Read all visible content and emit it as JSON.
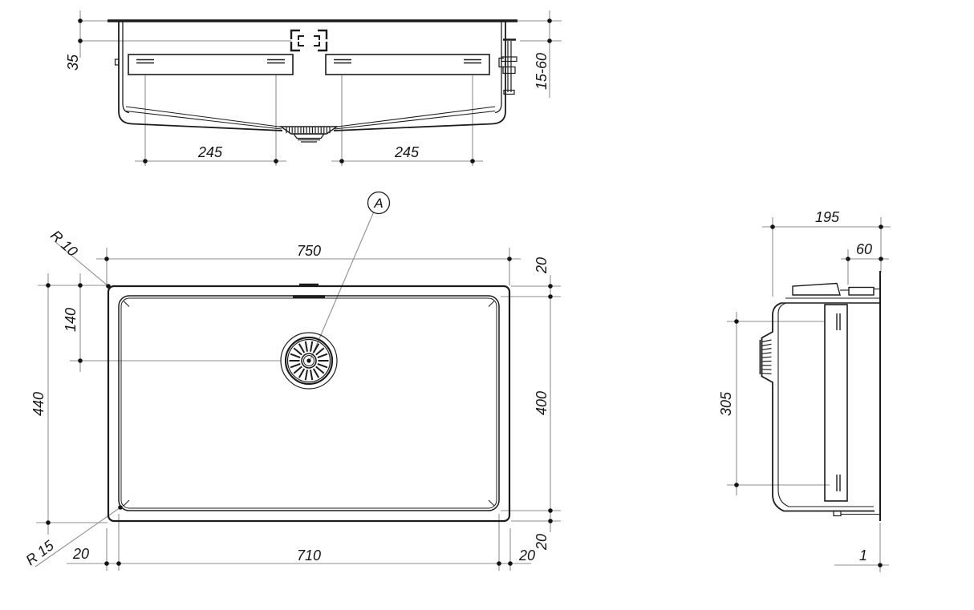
{
  "colors": {
    "object_line": "#1c1c1c",
    "dim_line": "#8f8f8f",
    "text": "#141414",
    "background": "#ffffff"
  },
  "front_view": {
    "d35": "35",
    "d15_60": "15-60",
    "d245_left": "245",
    "d245_right": "245"
  },
  "plan_view": {
    "d750": "750",
    "d140": "140",
    "d440": "440",
    "d710": "710",
    "d20_bottom_left": "20",
    "d20_top_right": "20",
    "d400": "400",
    "d20_bottom_right_vertical": "20",
    "d20_bottom_right_horizontal": "20",
    "r10": "R 10",
    "r15": "R 15",
    "callout_a": "A"
  },
  "side_view": {
    "d195": "195",
    "d60": "60",
    "d305": "305",
    "d1": "1"
  }
}
